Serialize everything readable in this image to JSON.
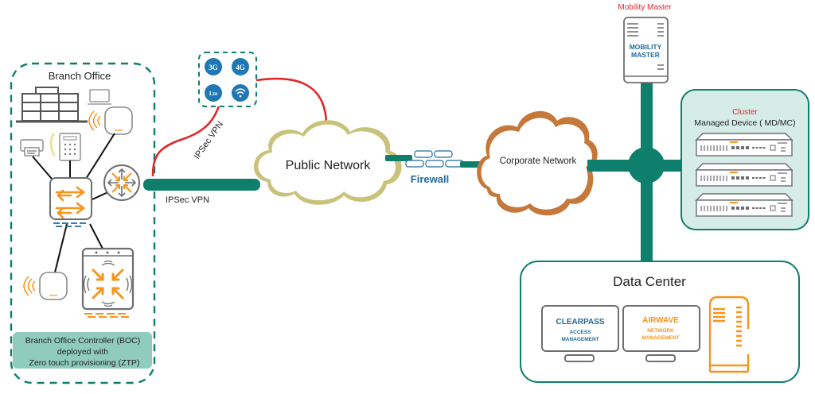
{
  "colors": {
    "teal": "#0e7f6c",
    "teal_light": "#d6ece6",
    "boc_fill": "#8fccbd",
    "red": "#e0282a",
    "orange": "#f7941d",
    "gray": "#6d6e71",
    "blue": "#1f6a9a",
    "public_cloud_edge": "#c8c27a",
    "corp_cloud_edge": "#c4783a",
    "title_red": "#e0282a"
  },
  "branch_office": {
    "title": "Branch Office",
    "boc_caption_line1": "Branch Office Controller (BOC)",
    "boc_caption_line2": "deployed with",
    "boc_caption_line3": "Zero touch provisioning (ZTP)"
  },
  "cellular": {
    "badges": [
      "3G",
      "4G",
      "Lte",
      "wifi"
    ]
  },
  "links": {
    "ipsec_vpn_wired": "IPSec VPN",
    "ipsec_vpn_cellular": "IPSec VPN"
  },
  "public_network": {
    "label": "Public Network"
  },
  "firewall": {
    "label": "Firewall"
  },
  "corporate_network": {
    "label": "Corporate Network"
  },
  "mobility_master": {
    "title": "Mobility Master",
    "device_line1": "MOBILITY",
    "device_line2": "MASTER"
  },
  "cluster": {
    "title": "Cluster",
    "subtitle": "Managed Device ( MD/MC)",
    "device_count": 3
  },
  "data_center": {
    "title": "Data Center",
    "clearpass": {
      "name": "CLEARPASS",
      "line1": "ACCESS",
      "line2": "MANAGEMENT"
    },
    "airwave": {
      "name": "AIRWAVE",
      "line1": "NETWORK",
      "line2": "MANAGEMENT"
    }
  }
}
